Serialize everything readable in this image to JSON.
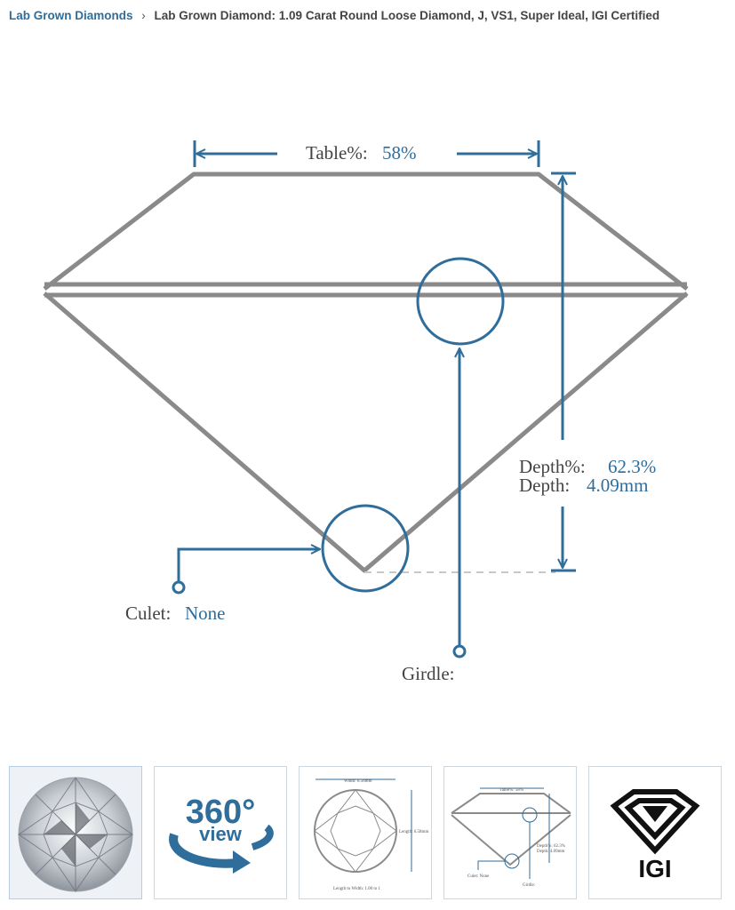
{
  "breadcrumb": {
    "parent": "Lab Grown Diamonds",
    "separator": "›",
    "current": "Lab Grown Diamond: 1.09 Carat Round Loose Diamond, J, VS1, Super Ideal, IGI Certified"
  },
  "diagram": {
    "table_label": "Table%:",
    "table_value": "58%",
    "depth_pct_label": "Depth%:",
    "depth_pct_value": "62.3%",
    "depth_label": "Depth:",
    "depth_value": "4.09mm",
    "culet_label": "Culet:",
    "culet_value": "None",
    "girdle_label": "Girdle:",
    "girdle_value": ""
  },
  "thumbnails": {
    "items": [
      {
        "name": "diamond-photo"
      },
      {
        "name": "360-view",
        "text_top": "360°",
        "text_bottom": "view"
      },
      {
        "name": "top-view-diagram",
        "width_label": "Width: 6.56mm",
        "length_label": "Length: 6.58mm",
        "ratio_label": "Length to Width: 1.00 to 1"
      },
      {
        "name": "side-view-diagram",
        "table_label": "Table%: 58%",
        "depth_pct_label": "Depth%: 62.3%",
        "depth_label": "Depth: 4.09mm",
        "culet_label": "Culet: None",
        "girdle_label": "Girdle:"
      },
      {
        "name": "igi-certificate",
        "text": "IGI"
      }
    ]
  },
  "colors": {
    "accent": "#2f6d9b",
    "outline": "#8a8a8a"
  }
}
